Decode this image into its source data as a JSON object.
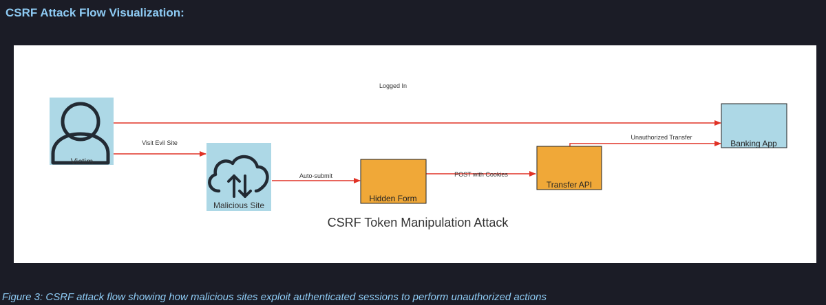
{
  "heading": "CSRF Attack Flow Visualization:",
  "diagram": {
    "title": "CSRF Token Manipulation Attack",
    "nodes": {
      "victim": {
        "label": "Victim",
        "icon": "user-icon",
        "fill": "#add8e6"
      },
      "malicious_site": {
        "label": "Malicious Site",
        "icon": "cloud-upload-download-icon",
        "fill": "#add8e6"
      },
      "hidden_form": {
        "label": "Hidden Form",
        "fill": "#f0a838"
      },
      "transfer_api": {
        "label": "Transfer API",
        "fill": "#f0a838"
      },
      "banking_app": {
        "label": "Banking App",
        "fill": "#add8e6"
      }
    },
    "edges": {
      "logged_in": "Logged In",
      "visit_evil_site": "Visit Evil Site",
      "auto_submit": "Auto-submit",
      "post_with_cookies": "POST with Cookies",
      "unauthorized_transfer": "Unauthorized Transfer"
    },
    "edge_color": "#e03226"
  },
  "caption": "Figure 3: CSRF attack flow showing how malicious sites exploit authenticated sessions to perform unauthorized actions"
}
